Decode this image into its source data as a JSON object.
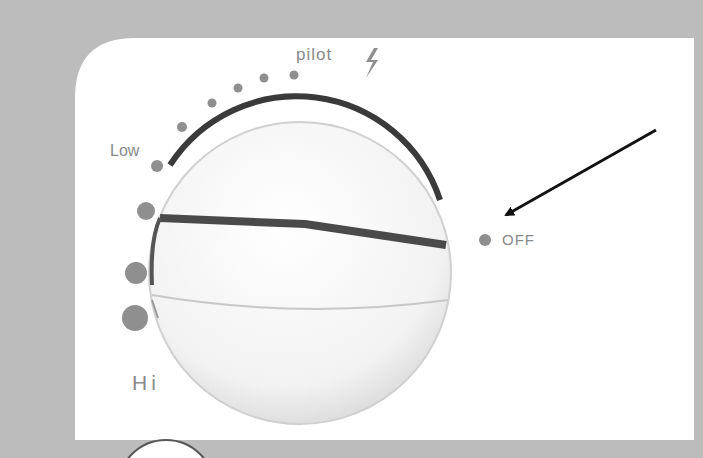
{
  "diagram": {
    "labels": [
      "pilot",
      "Low",
      "OFF",
      "Hi"
    ]
  }
}
